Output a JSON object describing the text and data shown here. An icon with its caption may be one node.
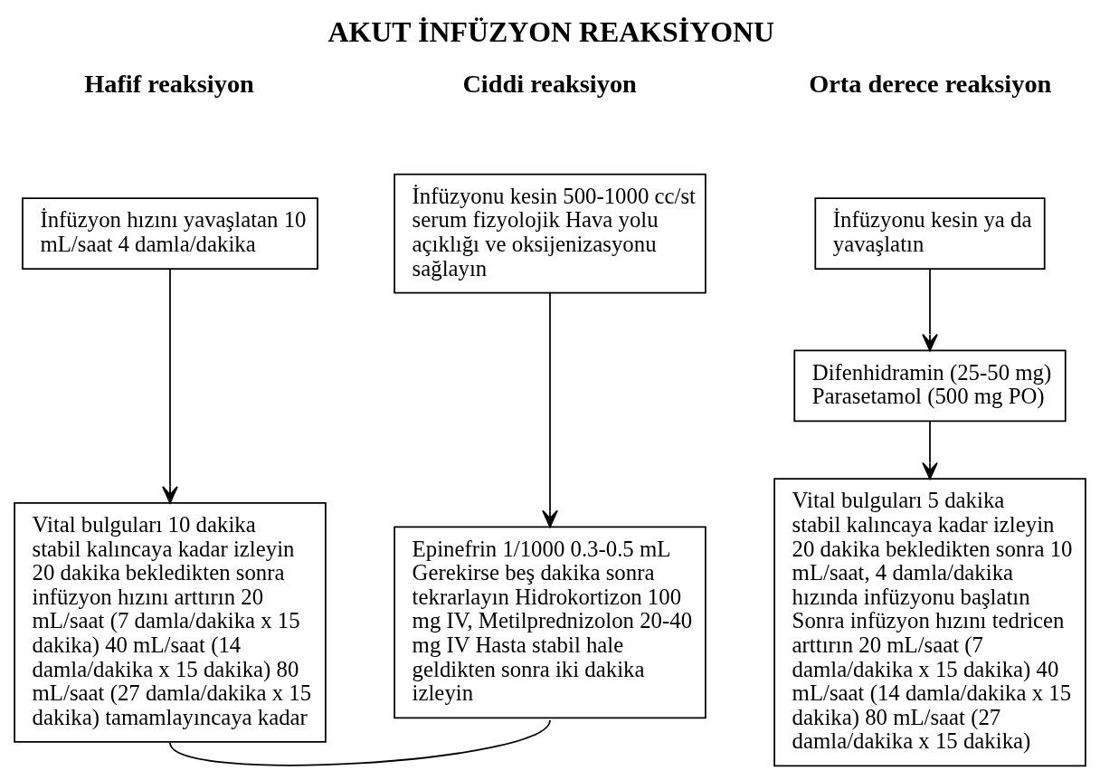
{
  "diagram": {
    "title": "AKUT İNFÜZYON REAKSİYONU",
    "nodes": [
      {
        "text": [
          "İnfüzyon hızını yavaşlatan 10 mL/saat 4 damla/dakika"
        ]
      },
      {
        "text": [
          "İnfüzyonu kesin ya da yavaşlatın"
        ]
      },
      {
        "text": [
          "Difenhidramin (25-50 mg) Parasetamol (500 mg PO)"
        ]
      },
      {
        "text": [
          "İnfüzyonu kesin 500-1000 cc/st serum fizyolojik Hava yolu açıklığı ve oksijenizasyonu sağlayın"
        ]
      },
      {
        "text": [
          "Vital bulguları 10 dakika stabil kalıncaya kadar izleyin 20 dakika bekledikten sonra infüzyon hızını arttırın 20 mL/saat (7 damla/dakika x 15 dakika) 40 mL/saat (14 damla/dakika x 15 dakika) 80 mL/saat (27 damla/dakika x 15 dakika) tamamlayıncaya kadar"
        ]
      },
      {
        "text": [
          "Vital bulguları 5 dakika stabil kalıncaya kadar izleyin 20 dakika bekledikten sonra 10 mL/saat, 4 damla/dakika hızında infüzyonu başlatın Sonra infüzyon hızını tedricen arttırın 20 mL/saat (7 damla/dakika x 15 dakika) 40 mL/saat (14 damla/dakika x 15 dakika) 80 mL/saat (27 damla/dakika x 15 dakika)"
        ]
      },
      {
        "text": [
          "Epinefrin 1/1000 0.3-0.5 mL Gerekirse beş dakika sonra tekrarlayın Hidrokortizon 100 mg IV, Metilprednizolon 20-40 mg IV Hasta stabil hale geldikten sonra iki dakika izleyin"
        ]
      }
    ],
    "edges": [
      {
        "from": 0,
        "to": 4,
        "arrow": "to"
      },
      {
        "from": 1,
        "to": 2,
        "arrow": "to"
      },
      {
        "from": 2,
        "to": 5,
        "arrow": "to"
      },
      {
        "from": 3,
        "to": 6,
        "arrow": "to"
      },
      {
        "from": 4,
        "to": 6,
        "arrow": "none"
      }
    ],
    "labels": [
      "Hafif reaksiyon",
      "Orta derece reaksiyon",
      "Ciddi reaksiyon"
    ]
  }
}
